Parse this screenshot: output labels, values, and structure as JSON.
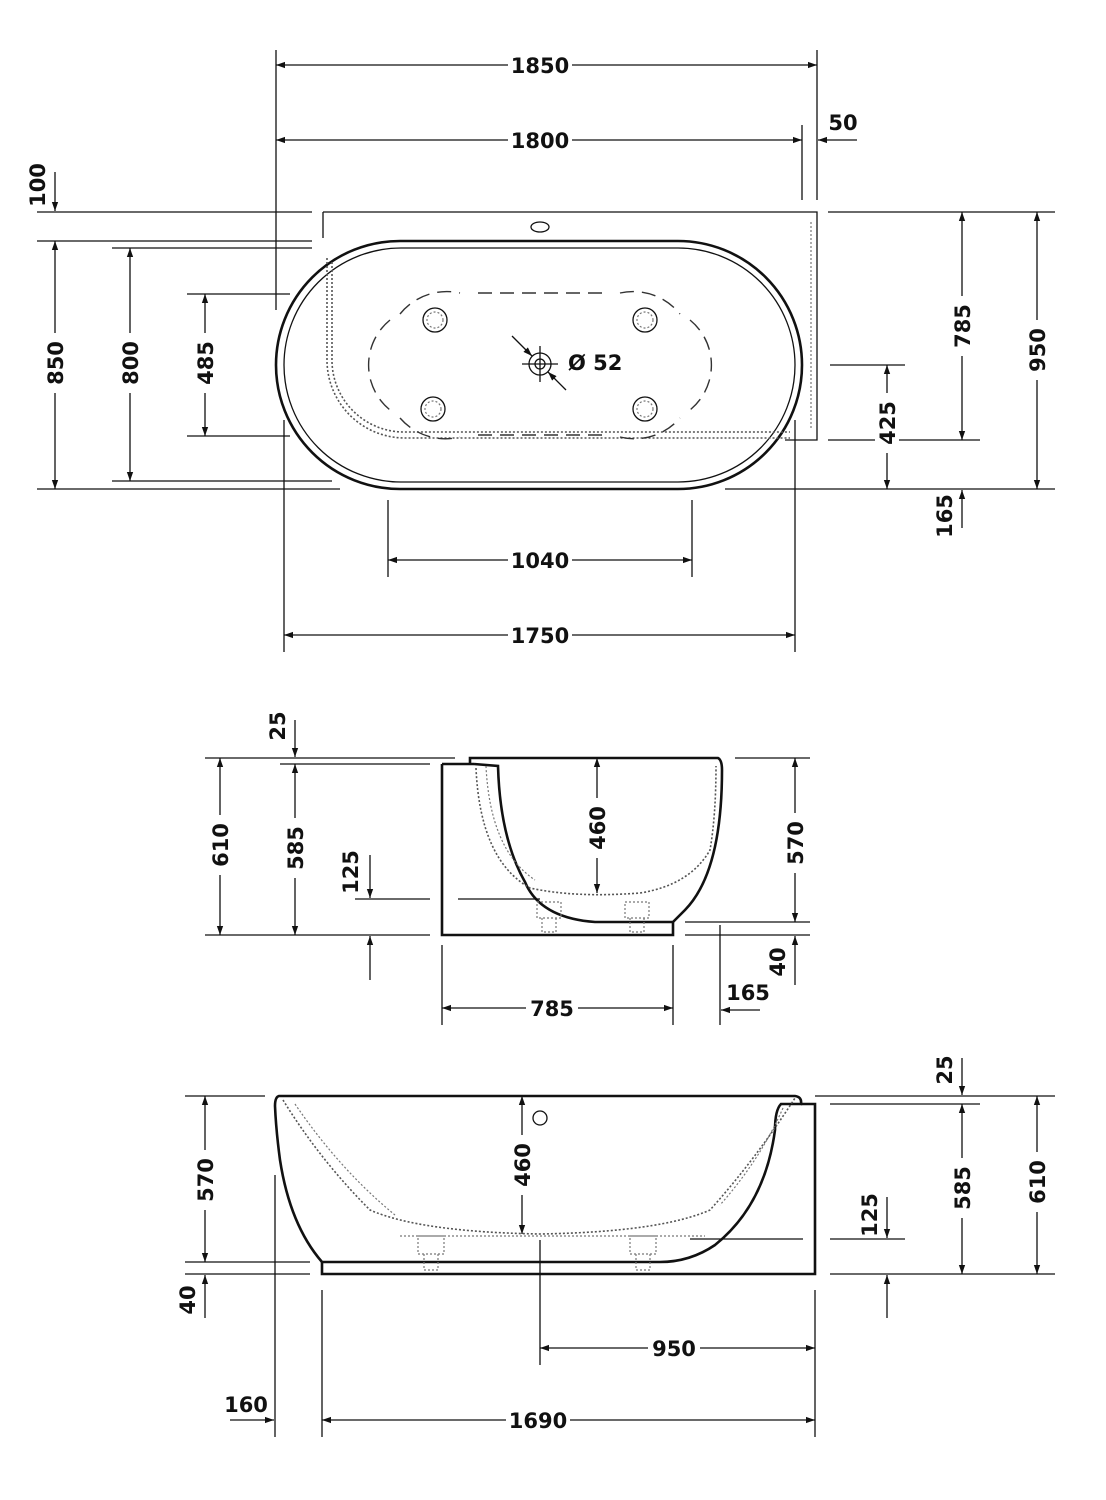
{
  "drawing": {
    "labels": {
      "top_1850": "1850",
      "top_1800": "1800",
      "top_50": "50",
      "top_100": "100",
      "top_850": "850",
      "top_800": "800",
      "top_485": "485",
      "drain_dia": "Ø 52",
      "top_785": "785",
      "top_950": "950",
      "top_425": "425",
      "top_165": "165",
      "top_1040": "1040",
      "top_1750": "1750",
      "side_25": "25",
      "side_610": "610",
      "side_585": "585",
      "side_125": "125",
      "side_460": "460",
      "side_570": "570",
      "side_40": "40",
      "side_165": "165",
      "side_785": "785",
      "front_25": "25",
      "front_570": "570",
      "front_460": "460",
      "front_125": "125",
      "front_585": "585",
      "front_610": "610",
      "front_40": "40",
      "front_950": "950",
      "front_160": "160",
      "front_1690": "1690"
    }
  }
}
